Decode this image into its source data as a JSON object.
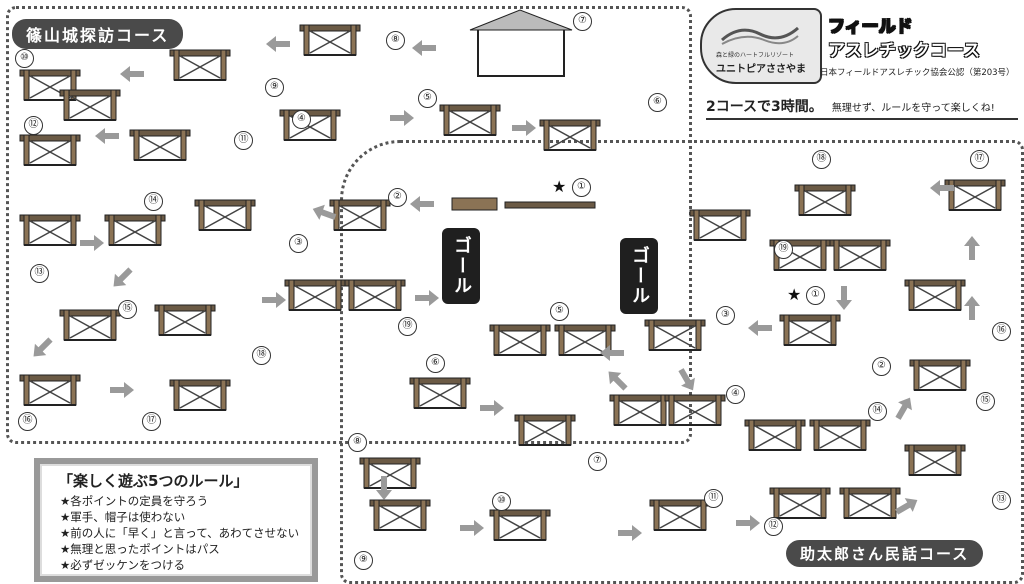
{
  "left_course": {
    "title": "篠山城探訪コース"
  },
  "right_course": {
    "title": "助太郎さん民話コース"
  },
  "goal_label": "ゴール",
  "brand": {
    "tagline": "森と緑のハートフルリゾート",
    "resort_name": "ユニトピアささやま",
    "course_title_line1": "フィールド",
    "course_title_line2": "アスレチックコース",
    "certification": "日本フィールドアスレチック協会公認（第203号）"
  },
  "summary": {
    "headline": "2コースで3時間。",
    "note": "無理せず、ルールを守って楽しくね!"
  },
  "rules": {
    "title": "「楽しく遊ぶ5つのルール」",
    "items": [
      "★各ポイントの定員を守ろう",
      "★軍手、帽子は使わない",
      "★前の人に「早く」と言って、あわてさせない",
      "★無理と思ったポイントはパス",
      "★必ずゼッケンをつける"
    ]
  },
  "left_stations": [
    "①",
    "②",
    "③",
    "④",
    "⑤",
    "⑥",
    "⑦",
    "⑧",
    "⑨",
    "⑩",
    "⑪",
    "⑫",
    "⑬",
    "⑭",
    "⑮",
    "⑯",
    "⑰",
    "⑱",
    "⑲"
  ],
  "right_stations": [
    "①",
    "②",
    "③",
    "④",
    "⑤",
    "⑥",
    "⑦",
    "⑧",
    "⑨",
    "⑩",
    "⑪",
    "⑫",
    "⑬",
    "⑭",
    "⑮",
    "⑯",
    "⑰",
    "⑱",
    "⑲"
  ],
  "start_marker": "★",
  "colors": {
    "dark": "#1f1f1f",
    "tag_bg": "#4a4a4a",
    "arrow": "#9a9a9a",
    "wood": "#6b5a45"
  }
}
